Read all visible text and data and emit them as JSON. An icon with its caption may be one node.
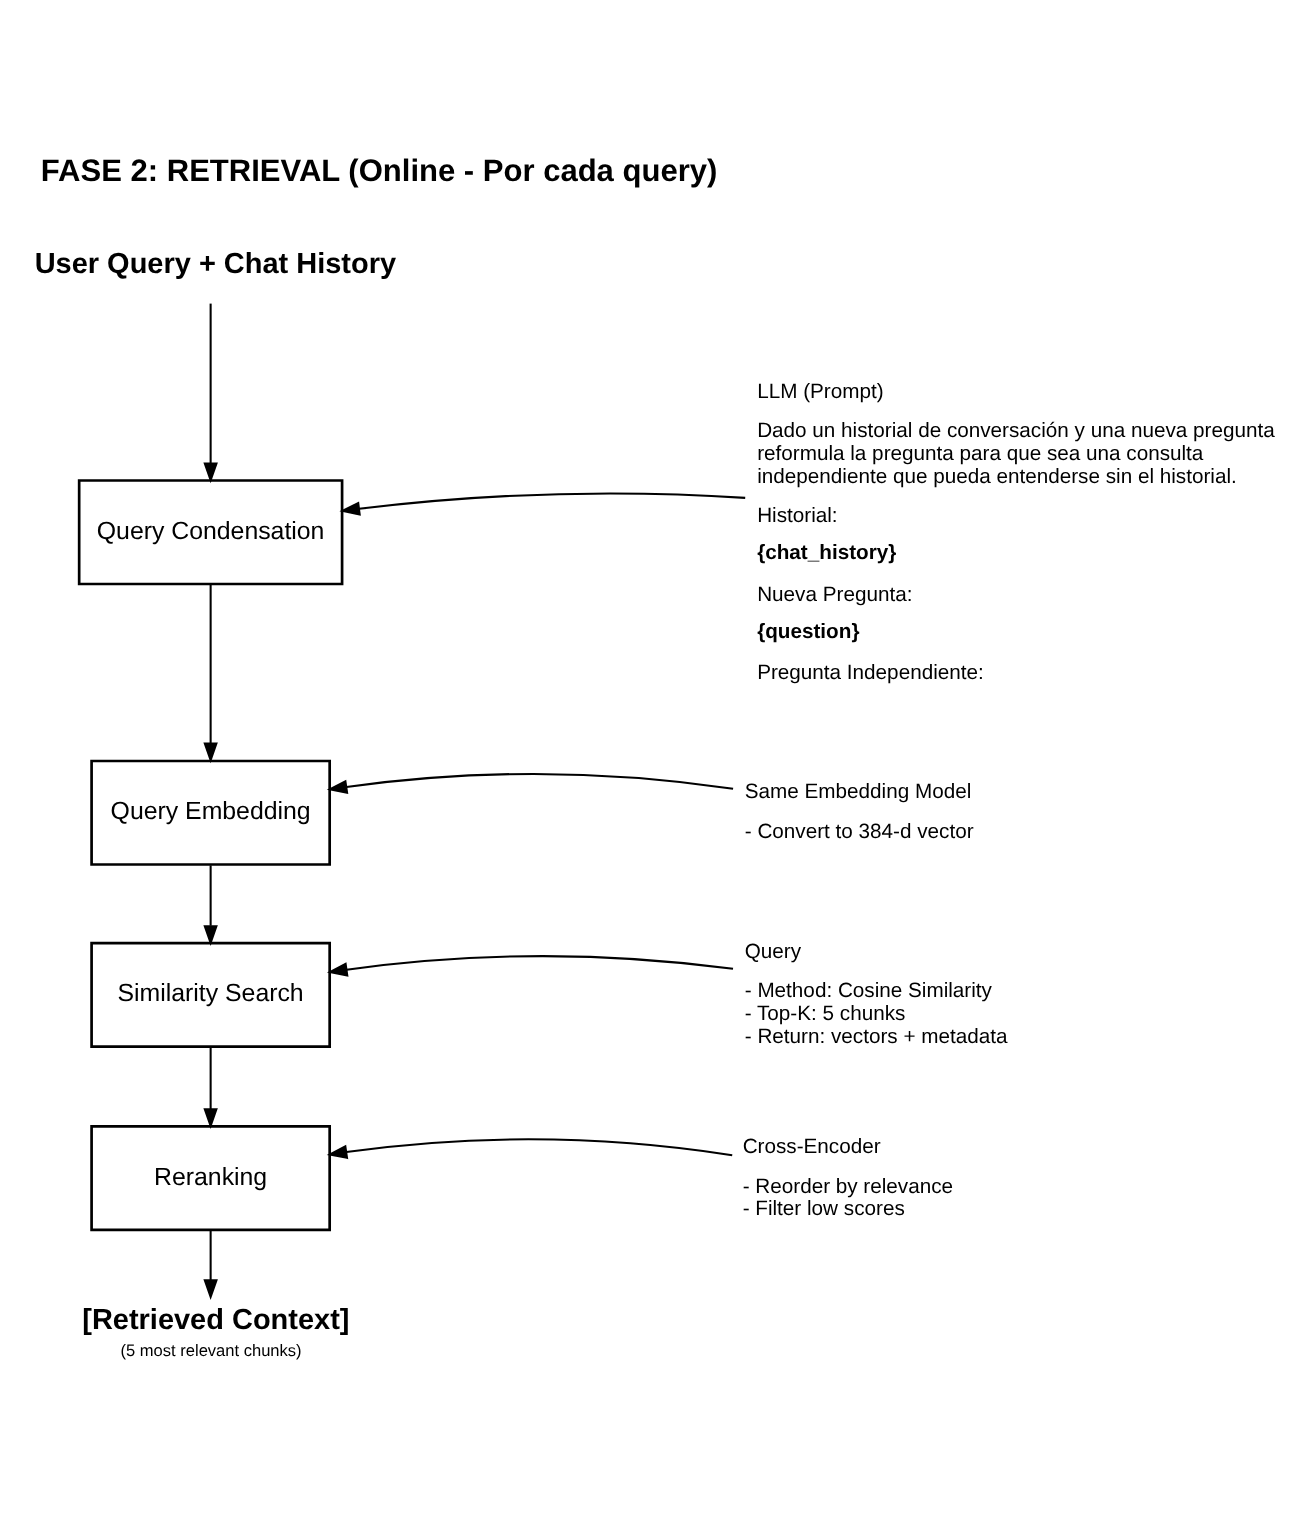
{
  "diagram": {
    "title": "FASE 2: RETRIEVAL (Online - Por cada query)",
    "nodes": [
      {
        "text": [
          "User Query + Chat History"
        ]
      },
      {
        "text": [
          "Query Condensation"
        ]
      },
      {
        "text": [
          "LLM (Prompt)",
          "Dado un historial de conversación y una nueva pregunta reformula la pregunta para que sea una consulta independiente que pueda entenderse sin el historial.",
          "Historial:",
          "{chat_history}",
          "Nueva Pregunta:",
          "{question}",
          "Pregunta Independiente:"
        ]
      },
      {
        "text": [
          "Query Embedding"
        ]
      },
      {
        "text": [
          "Same Embedding Model",
          "- Convert to 384-d vector"
        ]
      },
      {
        "text": [
          "Similarity Search"
        ]
      },
      {
        "text": [
          "Query",
          "- Method: Cosine Similarity - Top-K: 5 chunks - Return: vectors + metadata"
        ]
      },
      {
        "text": [
          "Reranking"
        ]
      },
      {
        "text": [
          "Cross-Encoder",
          "- Reorder by relevance - Filter low scores"
        ]
      },
      {
        "text": [
          "[Retrieved Context]"
        ],
        "beside": [
          "(5 most relevant chunks)"
        ]
      }
    ],
    "edges": [
      {
        "from": 0,
        "to": 1,
        "arrow": "to"
      },
      {
        "from": 2,
        "to": 1,
        "arrow": "to"
      },
      {
        "from": 1,
        "to": 3,
        "arrow": "to"
      },
      {
        "from": 4,
        "to": 3,
        "arrow": "to"
      },
      {
        "from": 3,
        "to": 5,
        "arrow": "to"
      },
      {
        "from": 6,
        "to": 5,
        "arrow": "to"
      },
      {
        "from": 5,
        "to": 7,
        "arrow": "to"
      },
      {
        "from": 8,
        "to": 7,
        "arrow": "to"
      },
      {
        "from": 7,
        "to": 9,
        "arrow": "to"
      }
    ]
  }
}
